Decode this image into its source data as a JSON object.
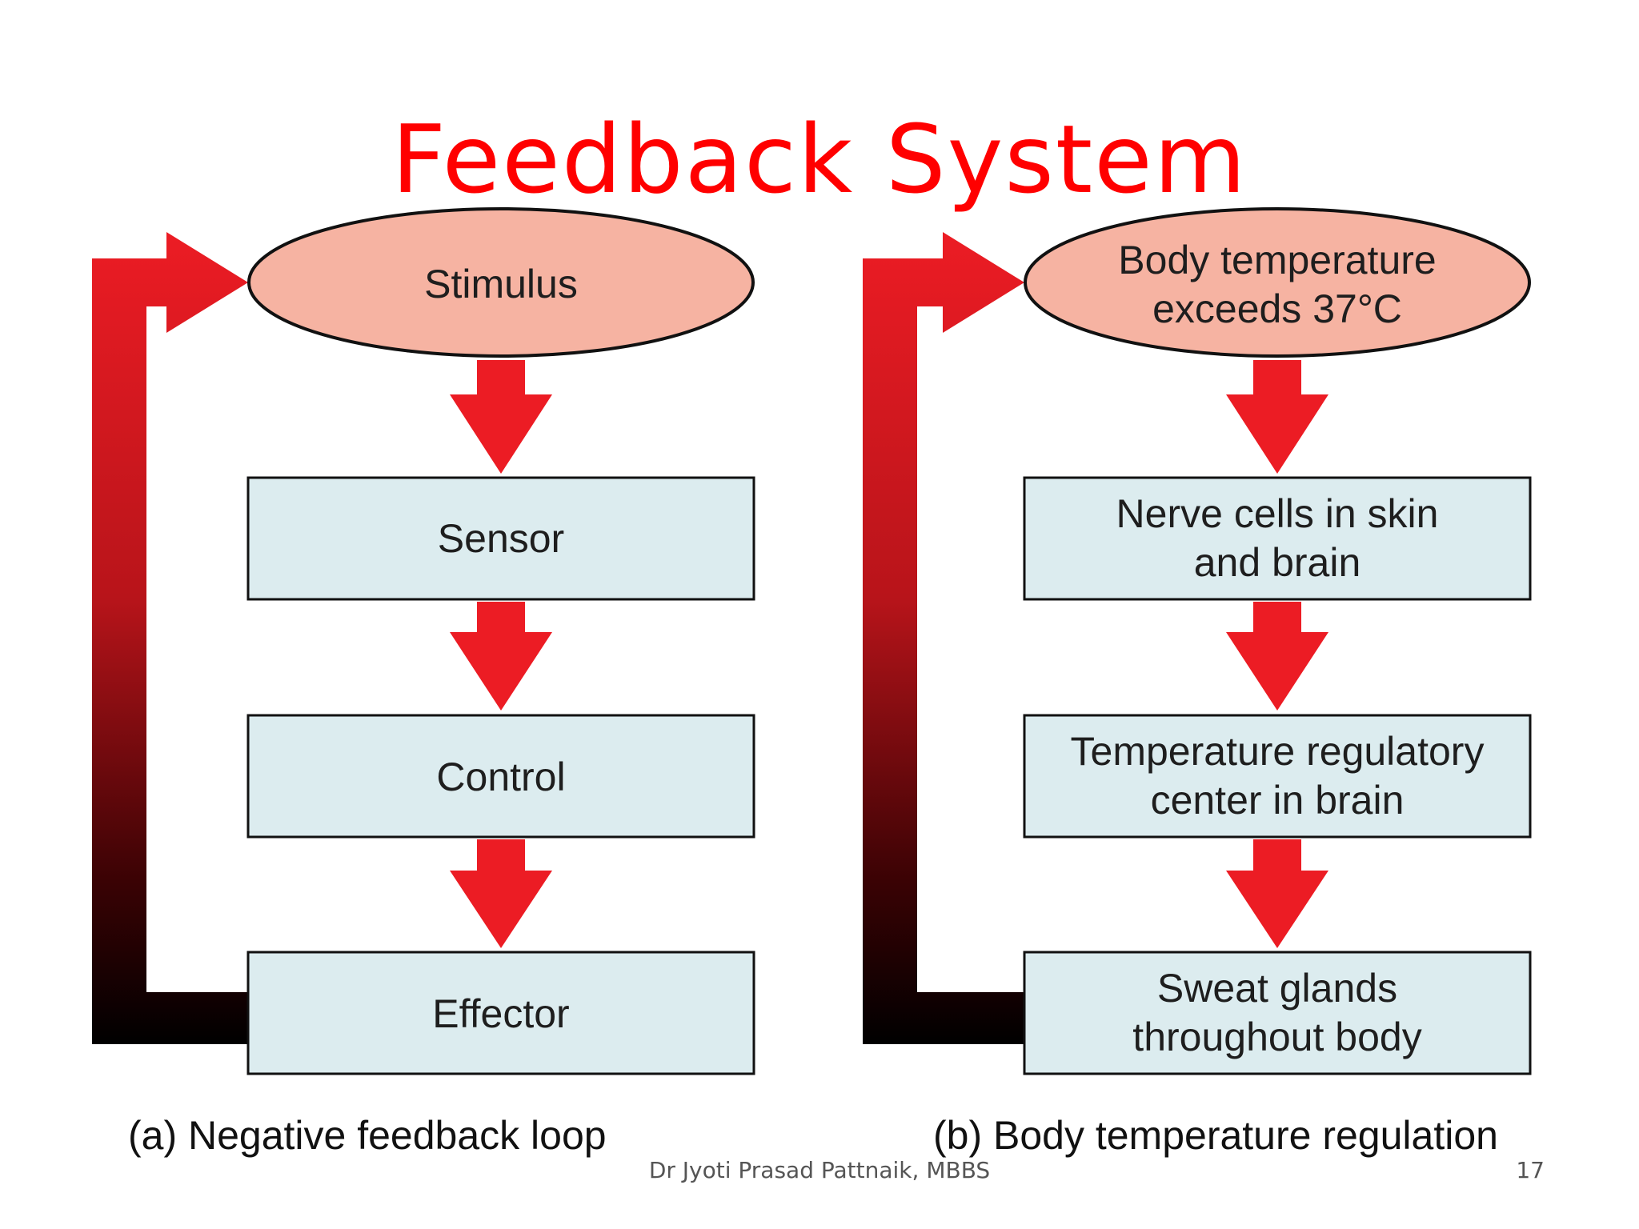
{
  "slide": {
    "title": "Feedback System",
    "footer_author": "Dr Jyoti Prasad Pattnaik, MBBS",
    "page_number": "17"
  },
  "colors": {
    "title": "#ff0000",
    "ellipse_fill": "#f6b3a2",
    "box_fill": "#dcecef",
    "arrow": "#ec1c24",
    "loop_gradient_top": "#ec1c24",
    "loop_gradient_bottom": "#000000"
  },
  "panel_a": {
    "stimulus": "Stimulus",
    "sensor": "Sensor",
    "control": "Control",
    "effector": "Effector",
    "caption": "(a) Negative feedback loop"
  },
  "panel_b": {
    "stimulus_line1": "Body temperature",
    "stimulus_line2": "exceeds 37°C",
    "sensor_line1": "Nerve cells in skin",
    "sensor_line2": "and brain",
    "control_line1": "Temperature regulatory",
    "control_line2": "center in brain",
    "effector_line1": "Sweat glands",
    "effector_line2": "throughout body",
    "caption": "(b) Body temperature regulation"
  }
}
